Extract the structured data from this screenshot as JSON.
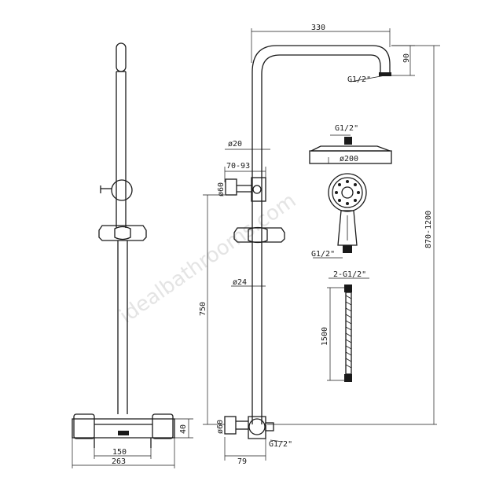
{
  "watermark": "idealbathrooms.com",
  "labels": {
    "arm_length": "330",
    "arm_drop": "90",
    "arm_outlet_thread": "G1/2\"",
    "total_height": "870-1200",
    "head_thread": "G1/2\"",
    "head_diameter": "ø200",
    "rod_diameter": "ø20",
    "holder_range": "70-93",
    "holder_diameter": "ø60",
    "handset_thread": "G1/2\"",
    "rail_diameter": "ø24",
    "hose_thread": "2-G1/2\"",
    "hose_length": "1500",
    "rail_height": "750",
    "valve_diameter": "ø60",
    "outlet_thread": "G1/2\"",
    "valve_projection": "79",
    "valve_height": "40",
    "inner_width": "150",
    "total_width": "263"
  }
}
